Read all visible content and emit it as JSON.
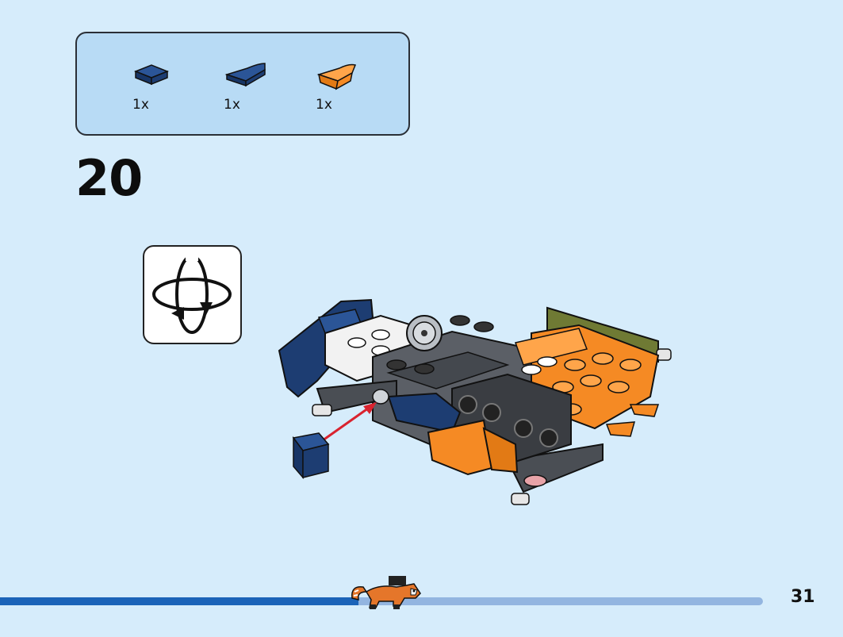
{
  "parts_list": {
    "items": [
      {
        "qty": "1x",
        "color": "#1d3d72",
        "icon": "blue-tile-1x1-icon"
      },
      {
        "qty": "1x",
        "color": "#1d3d72",
        "icon": "blue-curved-slope-icon"
      },
      {
        "qty": "1x",
        "color": "#f58a24",
        "icon": "orange-curved-slope-icon"
      }
    ]
  },
  "step": {
    "number": "20"
  },
  "rotate": {
    "icon": "rotate-model-icon"
  },
  "progress": {
    "fraction": 0.47
  },
  "page": {
    "number": "31"
  }
}
